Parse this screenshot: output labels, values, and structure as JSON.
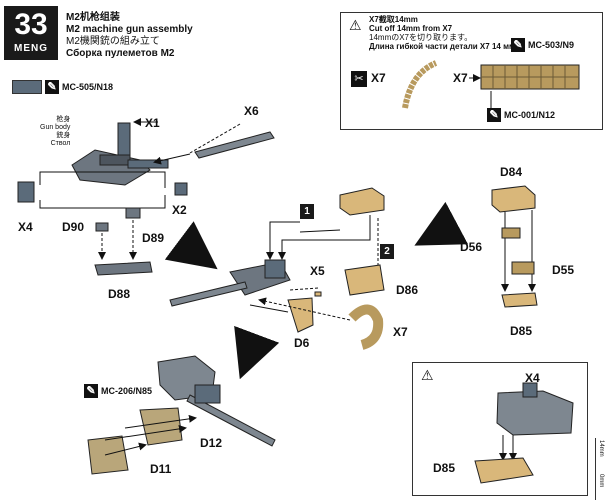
{
  "step": {
    "number": "33",
    "brand": "MENG"
  },
  "title": {
    "zh": "M2机枪组装",
    "en": "M2 machine gun assembly",
    "ja": "M2機関銃の組み立て",
    "ru": "Сборка пулеметов M2"
  },
  "paint_main": {
    "code": "MC-505/N18",
    "color": "#5b6b7a"
  },
  "gun_body_label": {
    "zh": "枪身",
    "en": "Gun body",
    "ja": "銃身",
    "ru": "Ствол"
  },
  "parts": {
    "x1": "X1",
    "x2": "X2",
    "x4": "X4",
    "x6": "X6",
    "d90": "D90",
    "d89": "D89",
    "d88": "D88",
    "x5": "X5",
    "d86": "D86",
    "d6": "D6",
    "x7": "X7",
    "d84": "D84",
    "d56": "D56",
    "d55": "D55",
    "d85": "D85",
    "d12": "D12",
    "d11": "D11"
  },
  "substeps": [
    "1",
    "2"
  ],
  "cut_note": {
    "zh": "X7截取14mm",
    "en": "Cut off 14mm from X7",
    "ja": "14mmのX7を切り取ります。",
    "ru": "Длина гибкой части детали X7 14 мм.",
    "paint_top": "MC-503/N9",
    "paint_bottom": "MC-001/N12",
    "part_a": "X7",
    "part_b": "X7"
  },
  "paint_bottom_left": "MC-206/N85",
  "detail_panel": {
    "x4": "X4",
    "d85": "D85"
  },
  "ruler": {
    "top": "14mm",
    "bottom": "0mm"
  },
  "colors": {
    "tan": "#d9b77a",
    "olive": "#b9a67a",
    "grey": "#7e8790",
    "dark": "#3d434a"
  }
}
